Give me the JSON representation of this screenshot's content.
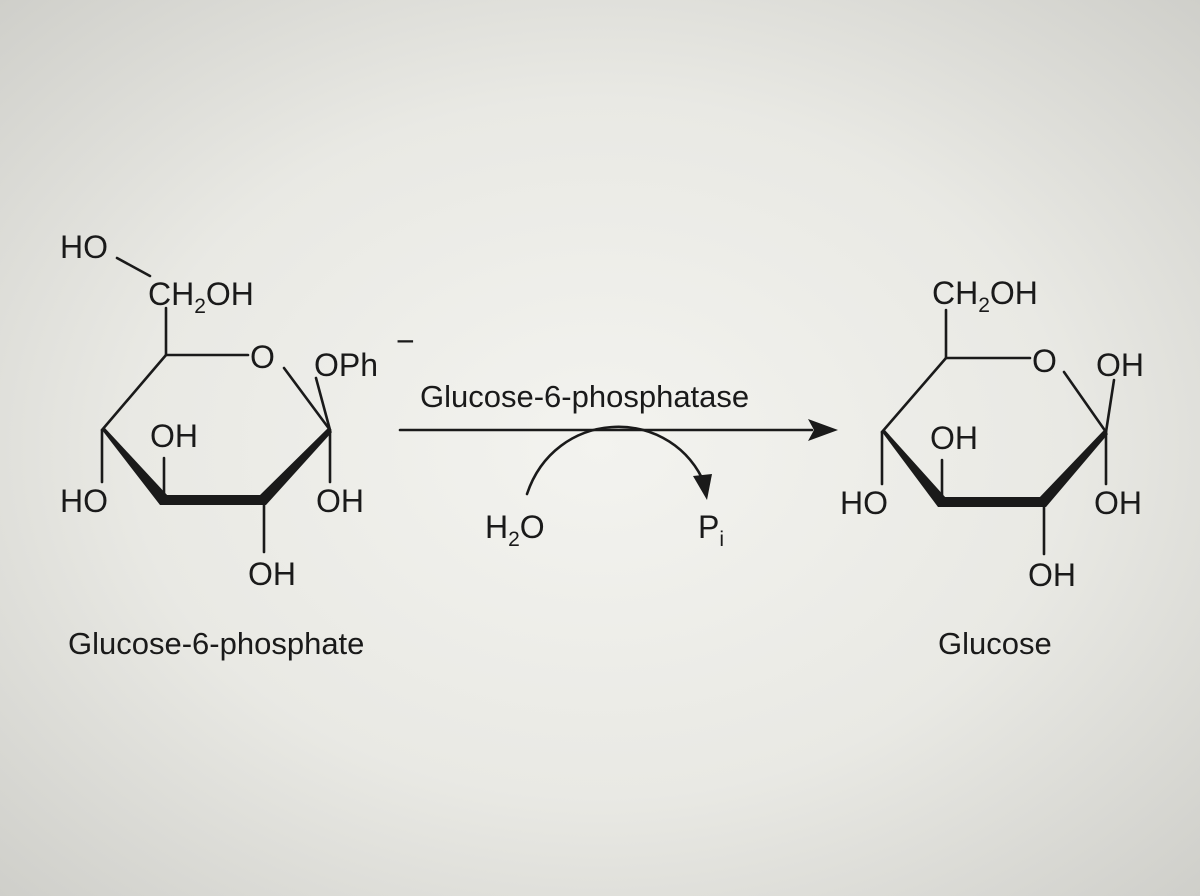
{
  "reactant": {
    "caption": "Glucose-6-phosphate",
    "labels": {
      "ho_top": "HO",
      "ch2oh_ch": "CH",
      "ch2oh_sub": "2",
      "ch2oh_oh": "OH",
      "ring_o": "O",
      "oph_o": "OP",
      "oph_h": "h",
      "oph_charge": "−",
      "oh_mid": "OH",
      "ho_left": "HO",
      "oh_right": "OH",
      "oh_bottom": "OH"
    }
  },
  "reaction": {
    "enzyme": "Glucose-6-phosphatase",
    "water_h": "H",
    "water_sub": "2",
    "water_o": "O",
    "phosphate_p": "P",
    "phosphate_sub": "i"
  },
  "product": {
    "caption": "Glucose",
    "labels": {
      "ch2oh_ch": "CH",
      "ch2oh_sub": "2",
      "ch2oh_oh": "OH",
      "ring_o": "O",
      "oh_top_right": "OH",
      "oh_mid": "OH",
      "ho_left": "HO",
      "oh_right": "OH",
      "oh_bottom": "OH"
    }
  }
}
